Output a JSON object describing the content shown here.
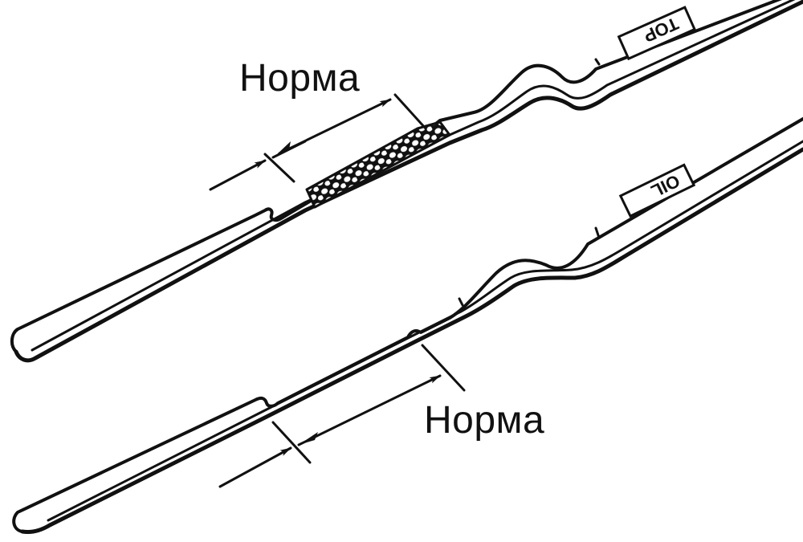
{
  "diagram": {
    "type": "technical-illustration",
    "subject": "engine oil dipsticks (two variants)",
    "colors": {
      "ink": "#111111",
      "background": "#ffffff"
    },
    "dipsticks": [
      {
        "id": "upper",
        "stamp_text": "TOP",
        "level_zone": "cross-hatched (dotted) band",
        "range_label": "Норма"
      },
      {
        "id": "lower",
        "stamp_text": "OIL",
        "level_zone": "notch-to-notch",
        "range_label": "Норма"
      }
    ],
    "labels": {
      "upper_range": "Норма",
      "lower_range": "Норма"
    }
  }
}
